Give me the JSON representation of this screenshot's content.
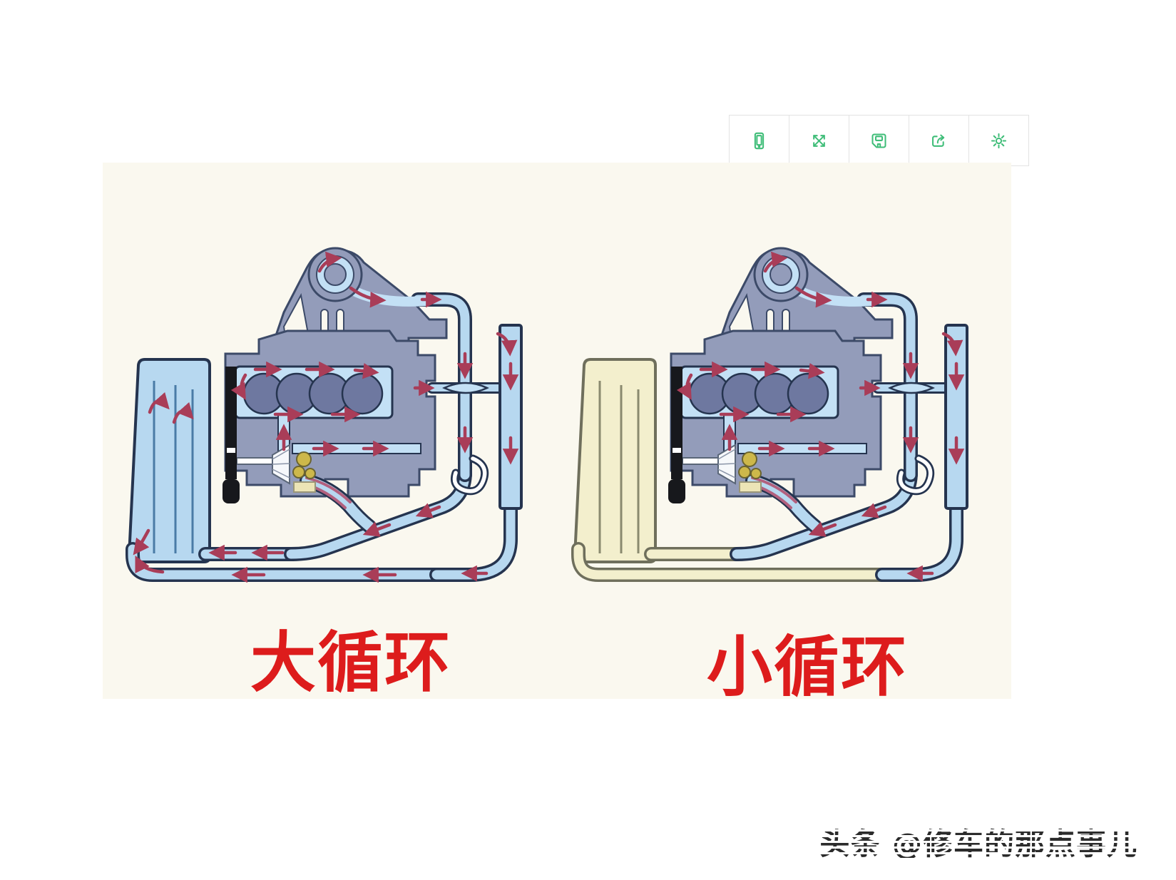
{
  "toolbar": {
    "buttons": [
      {
        "name": "mobile-view",
        "icon": "tablet-icon"
      },
      {
        "name": "fullscreen",
        "icon": "fullscreen-arrows-icon"
      },
      {
        "name": "save",
        "icon": "floppy-disk-icon"
      },
      {
        "name": "share",
        "icon": "share-arrow-icon"
      },
      {
        "name": "settings",
        "icon": "gear-icon"
      }
    ]
  },
  "figure": {
    "labels": {
      "left": "大循环",
      "right": "小循环"
    }
  },
  "watermark": {
    "text": "头条 @修车的那点事儿"
  },
  "palette": {
    "cream": "#faf8ef",
    "coolant": "#b7d8f0",
    "jacket": "#c3e0f5",
    "outline": "#25344f",
    "engine": "#939cba",
    "engine-dark": "#3c4a68",
    "cylinder": "#6e78a0",
    "arrow": "#a93d58",
    "label-red": "#dd1c1c",
    "pale-yellow": "#f3efcd",
    "pale-outline": "#6f6f5c",
    "rad-line": "#4a7ba6",
    "pale-line": "#8a8a6f",
    "icon-green": "#3fbd78",
    "toolbar-border": "#e3e3e3",
    "watermark": "#2b2b2b",
    "thermo": "#cdb84a"
  }
}
